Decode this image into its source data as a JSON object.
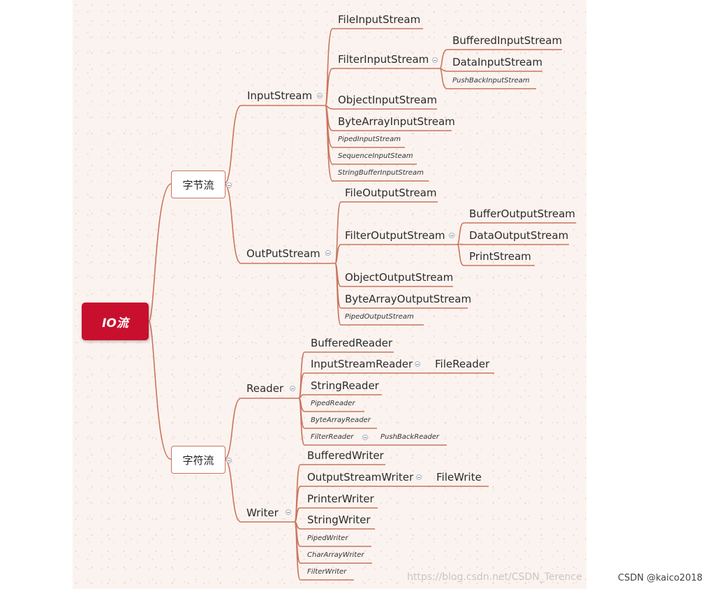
{
  "root": {
    "label": "IO流"
  },
  "branches": {
    "byte": {
      "label": "字节流",
      "input": {
        "label": "InputStream",
        "file": "FileInputStream",
        "filter": "FilterInputStream",
        "filter_children": [
          "BufferedInputStream",
          "DataInputStream",
          "PushBackInputStream"
        ],
        "object": "ObjectInputStream",
        "bytearray": "ByteArrayInputStream",
        "piped": "PipedInputStream",
        "sequence": "SequenceInputSteam",
        "stringbuffer": "StringBufferInputStream"
      },
      "output": {
        "label": "OutPutStream",
        "file": "FileOutputStream",
        "filter": "FilterOutputStream",
        "filter_children": [
          "BufferOutputStream",
          "DataOutputStream",
          "PrintStream"
        ],
        "object": "ObjectOutputStream",
        "bytearray": "ByteArrayOutputStream",
        "piped": "PipedOutputStream"
      }
    },
    "char": {
      "label": "字符流",
      "reader": {
        "label": "Reader",
        "buffered": "BufferedReader",
        "isr": "InputStreamReader",
        "isr_child": "FileReader",
        "string": "StringReader",
        "piped": "PipedReader",
        "bytearray": "ByteArrayReader",
        "filter": "FilterReader",
        "filter_child": "PushBackReader"
      },
      "writer": {
        "label": "Writer",
        "buffered": "BufferedWriter",
        "osw": "OutputStreamWriter",
        "osw_child": "FileWrite",
        "printer": "PrinterWriter",
        "string": "StringWriter",
        "piped": "PipedWriter",
        "chararray": "CharArrayWriter",
        "filter": "FilterWriter"
      }
    }
  },
  "watermark": "https://blog.csdn.net/CSDN_Terence",
  "credit": "CSDN @kaico2018",
  "colors": {
    "connector": "#c8755e",
    "root_fill": "#c8102e",
    "canvas": "#fbf3ef"
  }
}
